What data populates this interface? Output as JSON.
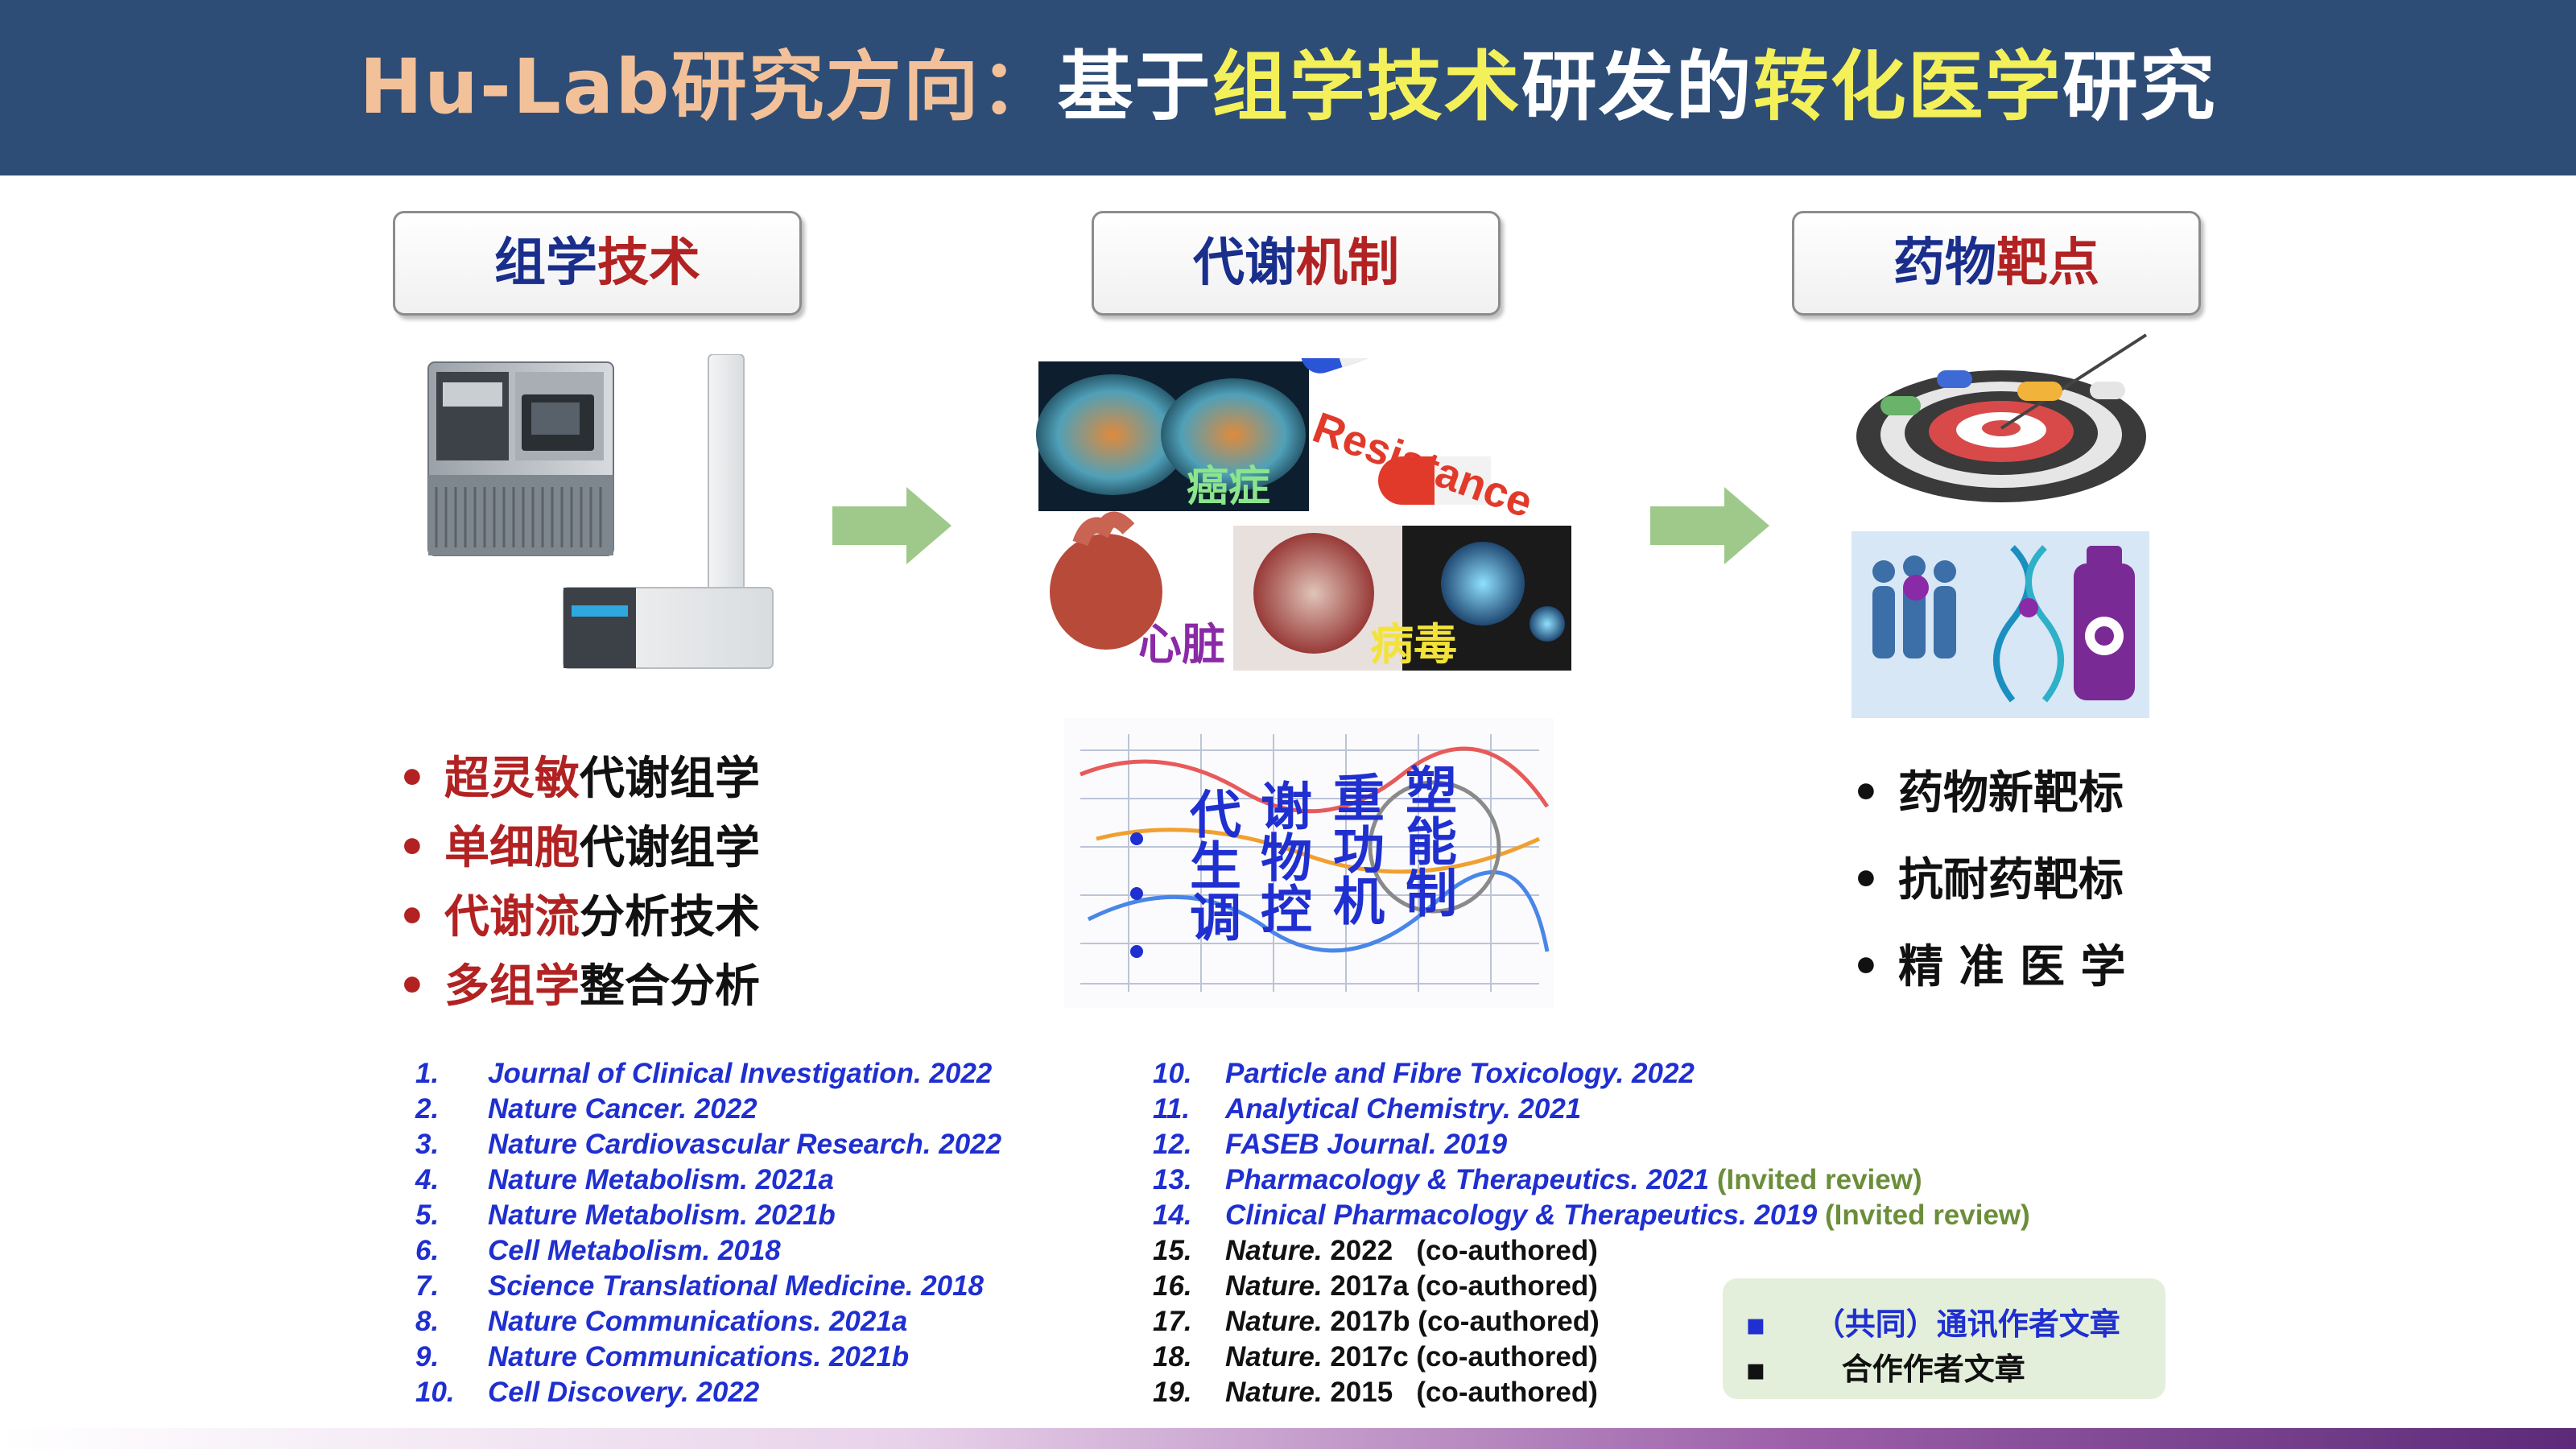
{
  "header": {
    "title_parts": [
      "Hu-Lab研究方向：",
      "基于",
      "组学技术",
      "研发的",
      "转化医学",
      "研究"
    ]
  },
  "columns": {
    "omics": {
      "part1": "组学",
      "part2": "技术"
    },
    "metabolism": {
      "part1": "代谢",
      "part2": "机制"
    },
    "drug": {
      "part1": "药物",
      "part2": "靶点"
    }
  },
  "image_labels": {
    "cancer": "癌症",
    "resistance": "Resistance",
    "heart": "心脏",
    "virus": "病毒",
    "map_col1": "代生调",
    "map_col2": "谢物控",
    "map_col3": "重功机",
    "map_col4": "塑能制"
  },
  "left_bullets": [
    {
      "red": "超灵敏",
      "black": "代谢组学"
    },
    {
      "red": "单细胞",
      "black": "代谢组学"
    },
    {
      "red": "代谢流",
      "black": "分析技术"
    },
    {
      "red": "多组学",
      "black": "整合分析"
    }
  ],
  "right_bullets": [
    "药物新靶标",
    "抗耐药靶标",
    "精 准 医 学"
  ],
  "references_left": [
    {
      "num": "1.",
      "journal": "Journal of Clinical Investigation. 2022"
    },
    {
      "num": "2.",
      "journal": "Nature Cancer. 2022"
    },
    {
      "num": "3.",
      "journal": "Nature Cardiovascular Research. 2022"
    },
    {
      "num": "4.",
      "journal": "Nature Metabolism. 2021a"
    },
    {
      "num": "5.",
      "journal": "Nature Metabolism. 2021b"
    },
    {
      "num": "6.",
      "journal": "Cell Metabolism. 2018"
    },
    {
      "num": "7.",
      "journal": "Science Translational Medicine. 2018"
    },
    {
      "num": "8.",
      "journal": "Nature Communications. 2021a"
    },
    {
      "num": "9.",
      "journal": "Nature Communications. 2021b"
    },
    {
      "num": "10.",
      "journal": "Cell Discovery. 2022"
    }
  ],
  "references_right": [
    {
      "num": "10.",
      "journal": "Particle and Fibre Toxicology. 2022",
      "note": ""
    },
    {
      "num": "11.",
      "journal": "Analytical Chemistry. 2021",
      "note": ""
    },
    {
      "num": "12.",
      "journal": "FASEB Journal. 2019",
      "note": ""
    },
    {
      "num": "13.",
      "journal": "Pharmacology & Therapeutics. 2021",
      "note": "(Invited review)"
    },
    {
      "num": "14.",
      "journal": "Clinical Pharmacology & Therapeutics. 2019",
      "note": "(Invited review)"
    },
    {
      "num": "15.",
      "journal": "Nature.",
      "year": "2022   (co-authored)"
    },
    {
      "num": "16.",
      "journal": "Nature.",
      "year": "2017a (co-authored)"
    },
    {
      "num": "17.",
      "journal": "Nature.",
      "year": "2017b (co-authored)"
    },
    {
      "num": "18.",
      "journal": "Nature.",
      "year": "2017c (co-authored)"
    },
    {
      "num": "19.",
      "journal": "Nature.",
      "year": "2015   (co-authored)"
    }
  ],
  "legend": {
    "bullet": "▪",
    "corresponding": "（共同）通讯作者文章",
    "coauthor": "合作作者文章"
  },
  "colors": {
    "header_bg": "#2e4d76",
    "accent_blue": "#1f2fd0",
    "accent_red": "#b22222",
    "review_green": "#6b8e3a",
    "legend_bg": "#e3efda"
  }
}
